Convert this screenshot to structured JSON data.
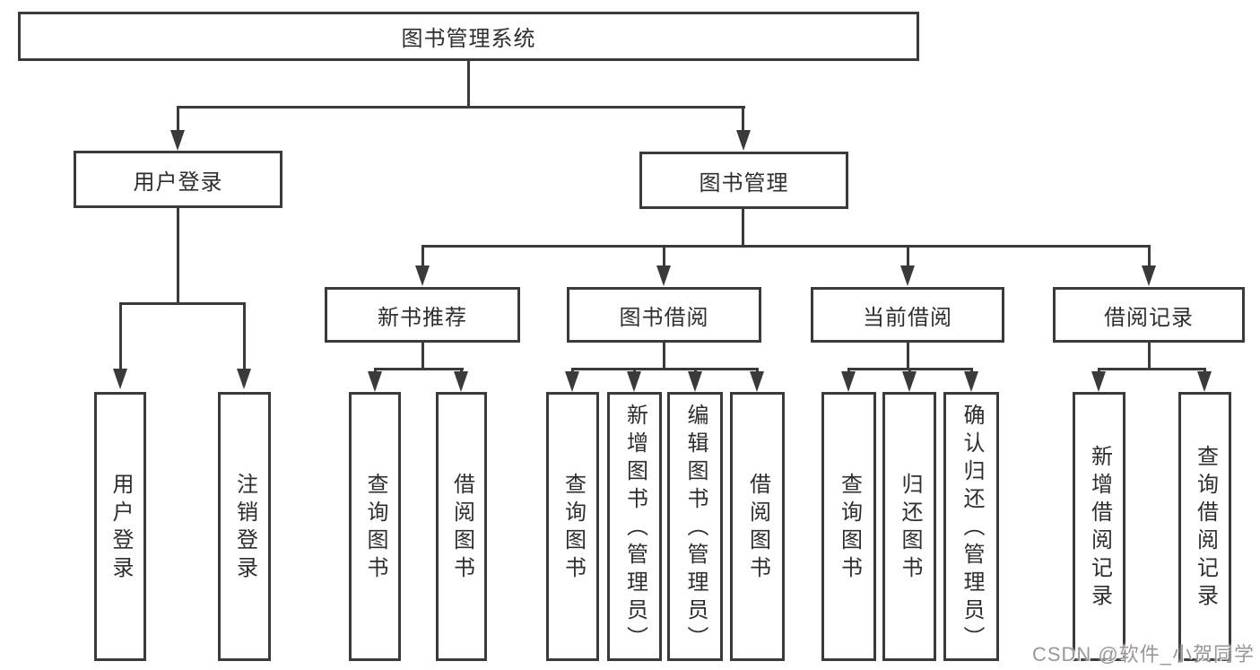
{
  "diagram": {
    "title": "图书管理系统",
    "level2": {
      "user_login": "用户登录",
      "book_management": "图书管理"
    },
    "level3": {
      "new_book": "新书推荐",
      "book_borrow": "图书借阅",
      "current_borrow": "当前借阅",
      "borrow_record": "借阅记录"
    },
    "leaves": {
      "user_login": [
        "用户登录",
        "注销登录"
      ],
      "new_book": [
        "查询图书",
        "借阅图书"
      ],
      "book_borrow": [
        "查询图书",
        "新增图书（管理员）",
        "编辑图书（管理员）",
        "借阅图书"
      ],
      "current_borrow": [
        "查询图书",
        "归还图书",
        "确认归还（管理员）"
      ],
      "borrow_record": [
        "新增借阅记录",
        "查询借阅记录"
      ]
    },
    "watermark": "CSDN @软件_小贺同学",
    "colors": {
      "line": "#3a3a3a",
      "box_fill": "#ffffff",
      "text": "#2e2e2e",
      "watermark": "#9d9695",
      "background": "#ffffff"
    }
  }
}
